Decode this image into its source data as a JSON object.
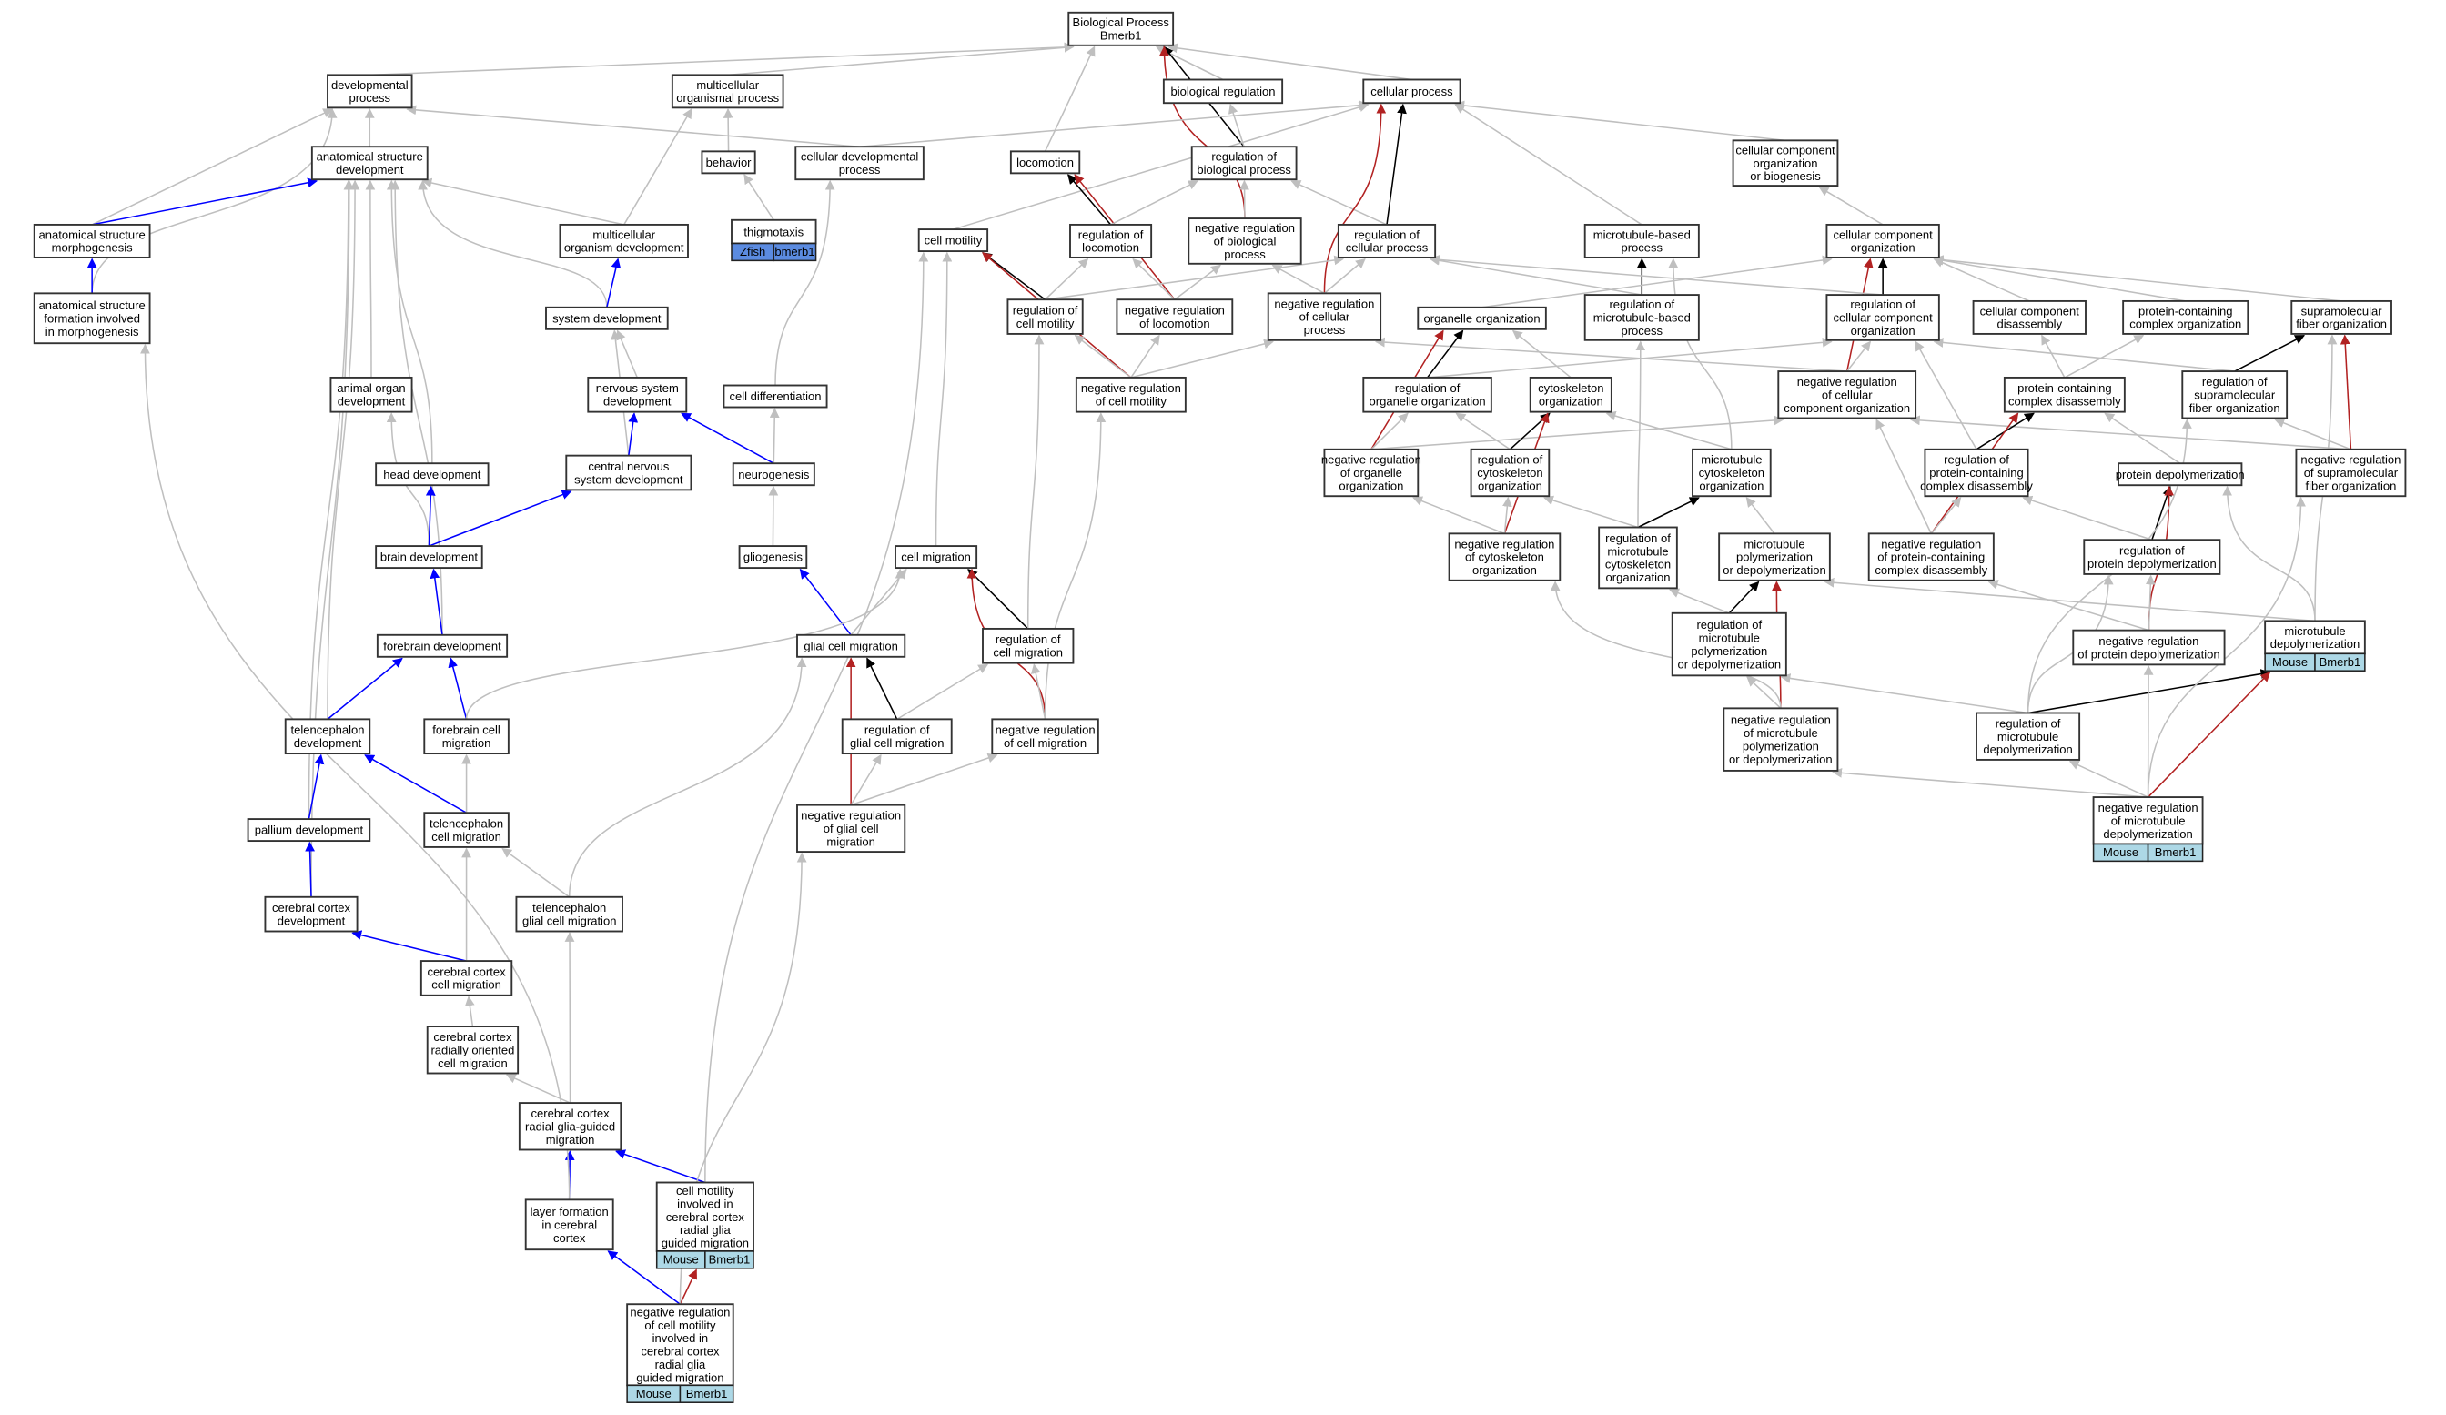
{
  "title": "Biological Process Bmerb1",
  "colors": {
    "is_a": "#bfbfbf",
    "regulates": "#000000",
    "negatively_regulates": "#b22222",
    "part_of": "#0000ff",
    "mouse_annotation": "#add8e6",
    "zfish_annotation": "#5b8be0"
  },
  "legend_edge_types": [
    "is_a",
    "regulates",
    "negatively_regulates",
    "part_of"
  ],
  "nodes": {
    "bp": {
      "lines": [
        "Biological Process",
        "Bmerb1"
      ]
    },
    "dev": {
      "lines": [
        "developmental",
        "process"
      ]
    },
    "mop": {
      "lines": [
        "multicellular",
        "organismal process"
      ]
    },
    "bioreg": {
      "lines": [
        "biological regulation"
      ]
    },
    "cellproc": {
      "lines": [
        "cellular process"
      ]
    },
    "ccob": {
      "lines": [
        "cellular component",
        "organization",
        "or biogenesis"
      ]
    },
    "asd": {
      "lines": [
        "anatomical structure",
        "development"
      ]
    },
    "behavior": {
      "lines": [
        "behavior"
      ]
    },
    "celldevproc": {
      "lines": [
        "cellular developmental",
        "process"
      ]
    },
    "locomotion": {
      "lines": [
        "locomotion"
      ]
    },
    "regbio": {
      "lines": [
        "regulation of",
        "biological process"
      ]
    },
    "asm": {
      "lines": [
        "anatomical structure",
        "morphogenesis"
      ]
    },
    "mod": {
      "lines": [
        "multicellular",
        "organism development"
      ]
    },
    "thig": {
      "lines": [
        "thigmotaxis"
      ],
      "annotation": [
        "Zfish",
        "bmerb1"
      ]
    },
    "cellmotility": {
      "lines": [
        "cell motility"
      ]
    },
    "regloc": {
      "lines": [
        "regulation of",
        "locomotion"
      ]
    },
    "negregbio": {
      "lines": [
        "negative regulation",
        "of biological",
        "process"
      ]
    },
    "regcell": {
      "lines": [
        "regulation of",
        "cellular process"
      ]
    },
    "mtbp": {
      "lines": [
        "microtubule-based",
        "process"
      ]
    },
    "cco": {
      "lines": [
        "cellular component",
        "organization"
      ]
    },
    "asfm": {
      "lines": [
        "anatomical structure",
        "formation involved",
        "in morphogenesis"
      ]
    },
    "sysdev": {
      "lines": [
        "system development"
      ]
    },
    "regcellmot": {
      "lines": [
        "regulation of",
        "cell motility"
      ]
    },
    "negregloc": {
      "lines": [
        "negative regulation",
        "of locomotion"
      ]
    },
    "negregcell": {
      "lines": [
        "negative regulation",
        "of cellular",
        "process"
      ]
    },
    "orgorg": {
      "lines": [
        "organelle organization"
      ]
    },
    "regmtbp": {
      "lines": [
        "regulation of",
        "microtubule-based",
        "process"
      ]
    },
    "regcco": {
      "lines": [
        "regulation of",
        "cellular component",
        "organization"
      ]
    },
    "ccdis": {
      "lines": [
        "cellular component",
        "disassembly"
      ]
    },
    "pcco": {
      "lines": [
        "protein-containing",
        "complex organization"
      ]
    },
    "supfib": {
      "lines": [
        "supramolecular",
        "fiber organization"
      ]
    },
    "aod": {
      "lines": [
        "animal organ",
        "development"
      ]
    },
    "nsd": {
      "lines": [
        "nervous system",
        "development"
      ]
    },
    "celldiff": {
      "lines": [
        "cell differentiation"
      ]
    },
    "negregcellmot": {
      "lines": [
        "negative regulation",
        "of cell motility"
      ]
    },
    "negregcco": {
      "lines": [
        "negative regulation",
        "of cellular",
        "component organization"
      ]
    },
    "regorg": {
      "lines": [
        "regulation of",
        "organelle organization"
      ]
    },
    "cytoorg": {
      "lines": [
        "cytoskeleton",
        "organization"
      ]
    },
    "pcdis": {
      "lines": [
        "protein-containing",
        "complex disassembly"
      ]
    },
    "regsupfib": {
      "lines": [
        "regulation of",
        "supramolecular",
        "fiber organization"
      ]
    },
    "headdev": {
      "lines": [
        "head development"
      ]
    },
    "cnsd": {
      "lines": [
        "central nervous",
        "system development"
      ]
    },
    "neurog": {
      "lines": [
        "neurogenesis"
      ]
    },
    "negregorg": {
      "lines": [
        "negative regulation",
        "of organelle",
        "organization"
      ]
    },
    "regcyto": {
      "lines": [
        "regulation of",
        "cytoskeleton",
        "organization"
      ]
    },
    "mtcyto": {
      "lines": [
        "microtubule",
        "cytoskeleton",
        "organization"
      ]
    },
    "regpcdis": {
      "lines": [
        "regulation of",
        "protein-containing",
        "complex disassembly"
      ]
    },
    "protdepol": {
      "lines": [
        "protein depolymerization"
      ]
    },
    "negregsupfib": {
      "lines": [
        "negative regulation",
        "of supramolecular",
        "fiber organization"
      ]
    },
    "braindev": {
      "lines": [
        "brain development"
      ]
    },
    "gliog": {
      "lines": [
        "gliogenesis"
      ]
    },
    "cellmig": {
      "lines": [
        "cell migration"
      ]
    },
    "negregcyto": {
      "lines": [
        "negative regulation",
        "of cytoskeleton",
        "organization"
      ]
    },
    "regmtcyto": {
      "lines": [
        "regulation of",
        "microtubule",
        "cytoskeleton",
        "organization"
      ]
    },
    "mtpoly": {
      "lines": [
        "microtubule",
        "polymerization",
        "or depolymerization"
      ]
    },
    "negregpcdis": {
      "lines": [
        "negative regulation",
        "of protein-containing",
        "complex disassembly"
      ]
    },
    "regprotdepol": {
      "lines": [
        "regulation of",
        "protein depolymerization"
      ]
    },
    "forebraindev": {
      "lines": [
        "forebrain development"
      ]
    },
    "gcm": {
      "lines": [
        "glial cell migration"
      ]
    },
    "regcellmig": {
      "lines": [
        "regulation of",
        "cell migration"
      ]
    },
    "mtdepol": {
      "lines": [
        "microtubule",
        "depolymerization"
      ],
      "annotation": [
        "Mouse",
        "Bmerb1"
      ]
    },
    "negregprotdepol": {
      "lines": [
        "negative regulation",
        "of protein depolymerization"
      ]
    },
    "teldev": {
      "lines": [
        "telencephalon",
        "development"
      ]
    },
    "forebraincellmig": {
      "lines": [
        "forebrain cell",
        "migration"
      ]
    },
    "regglial": {
      "lines": [
        "regulation of",
        "glial cell migration"
      ]
    },
    "negregcellmig": {
      "lines": [
        "negative regulation",
        "of cell migration"
      ]
    },
    "regmtpoly": {
      "lines": [
        "regulation of",
        "microtubule",
        "polymerization",
        "or depolymerization"
      ]
    },
    "negregmtpoly": {
      "lines": [
        "negative regulation",
        "of microtubule",
        "polymerization",
        "or depolymerization"
      ]
    },
    "regmtdepol": {
      "lines": [
        "regulation of",
        "microtubule",
        "depolymerization"
      ]
    },
    "palldev": {
      "lines": [
        "pallium development"
      ]
    },
    "telcellmig": {
      "lines": [
        "telencephalon",
        "cell migration"
      ]
    },
    "negregglial": {
      "lines": [
        "negative regulation",
        "of glial cell",
        "migration"
      ]
    },
    "negregmtdepol": {
      "lines": [
        "negative regulation",
        "of microtubule",
        "depolymerization"
      ],
      "annotation": [
        "Mouse",
        "Bmerb1"
      ]
    },
    "ccdev": {
      "lines": [
        "cerebral cortex",
        "development"
      ]
    },
    "telglial": {
      "lines": [
        "telencephalon",
        "glial cell migration"
      ]
    },
    "cccm": {
      "lines": [
        "cerebral cortex",
        "cell migration"
      ]
    },
    "ccrocm": {
      "lines": [
        "cerebral cortex",
        "radially oriented",
        "cell migration"
      ]
    },
    "ccrgm": {
      "lines": [
        "cerebral cortex",
        "radial glia-guided",
        "migration"
      ]
    },
    "layer": {
      "lines": [
        "layer formation",
        "in cerebral",
        "cortex"
      ]
    },
    "cmcc": {
      "lines": [
        "cell motility",
        "involved in",
        "cerebral cortex",
        "radial glia",
        "guided migration"
      ],
      "annotation": [
        "Mouse",
        "Bmerb1"
      ]
    },
    "negregcmcc": {
      "lines": [
        "negative regulation",
        "of cell motility",
        "involved in",
        "cerebral cortex",
        "radial glia",
        "guided migration"
      ],
      "annotation": [
        "Mouse",
        "Bmerb1"
      ]
    }
  },
  "edges": [
    [
      "dev",
      "bp",
      "is_a"
    ],
    [
      "mop",
      "bp",
      "is_a"
    ],
    [
      "bioreg",
      "bp",
      "is_a"
    ],
    [
      "cellproc",
      "bp",
      "is_a"
    ],
    [
      "locomotion",
      "bp",
      "is_a"
    ],
    [
      "regbio",
      "bp",
      "regulates"
    ],
    [
      "negregbio",
      "bp",
      "negatively_regulates"
    ],
    [
      "regbio",
      "bioreg",
      "is_a"
    ],
    [
      "ccob",
      "cellproc",
      "is_a"
    ],
    [
      "asd",
      "dev",
      "is_a"
    ],
    [
      "asm",
      "dev",
      "is_a"
    ],
    [
      "asfm",
      "dev",
      "is_a"
    ],
    [
      "celldevproc",
      "dev",
      "is_a"
    ],
    [
      "behavior",
      "mop",
      "is_a"
    ],
    [
      "mod",
      "mop",
      "is_a"
    ],
    [
      "thig",
      "behavior",
      "is_a"
    ],
    [
      "celldevproc",
      "cellproc",
      "is_a"
    ],
    [
      "cellmotility",
      "cellproc",
      "is_a"
    ],
    [
      "regloc",
      "locomotion",
      "regulates"
    ],
    [
      "negregloc",
      "locomotion",
      "negatively_regulates"
    ],
    [
      "regloc",
      "regbio",
      "is_a"
    ],
    [
      "negregbio",
      "regbio",
      "is_a"
    ],
    [
      "regcell",
      "regbio",
      "is_a"
    ],
    [
      "regcell",
      "cellproc",
      "regulates"
    ],
    [
      "negregcell",
      "cellproc",
      "negatively_regulates"
    ],
    [
      "mtbp",
      "cellproc",
      "is_a"
    ],
    [
      "cco",
      "ccob",
      "is_a"
    ],
    [
      "asm",
      "asd",
      "part_of"
    ],
    [
      "mod",
      "asd",
      "is_a"
    ],
    [
      "sysdev",
      "asd",
      "is_a"
    ],
    [
      "aod",
      "asd",
      "is_a"
    ],
    [
      "headdev",
      "asd",
      "is_a"
    ],
    [
      "forebraindev",
      "asd",
      "is_a"
    ],
    [
      "teldev",
      "asd",
      "is_a"
    ],
    [
      "palldev",
      "asd",
      "is_a"
    ],
    [
      "ccdev",
      "asd",
      "is_a"
    ],
    [
      "asfm",
      "asm",
      "part_of"
    ],
    [
      "sysdev",
      "mod",
      "part_of"
    ],
    [
      "regcellmot",
      "cellmotility",
      "regulates"
    ],
    [
      "negregcellmot",
      "cellmotility",
      "negatively_regulates"
    ],
    [
      "cellmig",
      "cellmotility",
      "is_a"
    ],
    [
      "cmcc",
      "cellmotility",
      "is_a"
    ],
    [
      "regcellmot",
      "regloc",
      "is_a"
    ],
    [
      "negregloc",
      "regloc",
      "is_a"
    ],
    [
      "negregloc",
      "negregbio",
      "is_a"
    ],
    [
      "negregcell",
      "negregbio",
      "is_a"
    ],
    [
      "negregcell",
      "regcell",
      "is_a"
    ],
    [
      "regcellmot",
      "regcell",
      "is_a"
    ],
    [
      "regmtbp",
      "mtbp",
      "regulates"
    ],
    [
      "regcco",
      "cco",
      "regulates"
    ],
    [
      "negregcco",
      "cco",
      "negatively_regulates"
    ],
    [
      "orgorg",
      "cco",
      "is_a"
    ],
    [
      "ccdis",
      "cco",
      "is_a"
    ],
    [
      "pcco",
      "cco",
      "is_a"
    ],
    [
      "supfib",
      "cco",
      "is_a"
    ],
    [
      "regcco",
      "regcell",
      "is_a"
    ],
    [
      "regmtbp",
      "regcell",
      "is_a"
    ],
    [
      "negregcco",
      "negregcell",
      "is_a"
    ],
    [
      "nsd",
      "sysdev",
      "is_a"
    ],
    [
      "cnsd",
      "sysdev",
      "is_a"
    ],
    [
      "cnsd",
      "nsd",
      "part_of"
    ],
    [
      "neurog",
      "nsd",
      "part_of"
    ],
    [
      "neurog",
      "celldiff",
      "is_a"
    ],
    [
      "celldiff",
      "celldevproc",
      "is_a"
    ],
    [
      "gliog",
      "neurog",
      "is_a"
    ],
    [
      "negregcellmot",
      "regcellmot",
      "is_a"
    ],
    [
      "negregcellmot",
      "negregloc",
      "is_a"
    ],
    [
      "negregcellmot",
      "negregcell",
      "is_a"
    ],
    [
      "regorg",
      "orgorg",
      "regulates"
    ],
    [
      "negregorg",
      "orgorg",
      "negatively_regulates"
    ],
    [
      "cytoorg",
      "orgorg",
      "is_a"
    ],
    [
      "regorg",
      "regcco",
      "is_a"
    ],
    [
      "negregcco",
      "regcco",
      "is_a"
    ],
    [
      "negregorg",
      "negregcco",
      "is_a"
    ],
    [
      "pcdis",
      "ccdis",
      "is_a"
    ],
    [
      "pcdis",
      "pcco",
      "is_a"
    ],
    [
      "regsupfib",
      "supfib",
      "regulates"
    ],
    [
      "negregsupfib",
      "supfib",
      "negatively_regulates"
    ],
    [
      "mtdepol",
      "supfib",
      "is_a"
    ],
    [
      "regsupfib",
      "regcco",
      "is_a"
    ],
    [
      "negregsupfib",
      "negregcco",
      "is_a"
    ],
    [
      "negregsupfib",
      "regsupfib",
      "is_a"
    ],
    [
      "braindev",
      "aod",
      "is_a"
    ],
    [
      "braindev",
      "headdev",
      "part_of"
    ],
    [
      "braindev",
      "cnsd",
      "part_of"
    ],
    [
      "negregorg",
      "regorg",
      "is_a"
    ],
    [
      "regcyto",
      "regorg",
      "is_a"
    ],
    [
      "regcyto",
      "cytoorg",
      "regulates"
    ],
    [
      "negregcyto",
      "cytoorg",
      "negatively_regulates"
    ],
    [
      "mtcyto",
      "cytoorg",
      "is_a"
    ],
    [
      "mtcyto",
      "mtbp",
      "is_a"
    ],
    [
      "regmtcyto",
      "mtcyto",
      "regulates"
    ],
    [
      "mtpoly",
      "mtcyto",
      "is_a"
    ],
    [
      "regpcdis",
      "pcdis",
      "regulates"
    ],
    [
      "negregpcdis",
      "pcdis",
      "negatively_regulates"
    ],
    [
      "regpcdis",
      "regcco",
      "is_a"
    ],
    [
      "negregpcdis",
      "negregcco",
      "is_a"
    ],
    [
      "negregpcdis",
      "regpcdis",
      "is_a"
    ],
    [
      "protdepol",
      "pcdis",
      "is_a"
    ],
    [
      "regprotdepol",
      "protdepol",
      "regulates"
    ],
    [
      "negregprotdepol",
      "protdepol",
      "negatively_regulates"
    ],
    [
      "regprotdepol",
      "regpcdis",
      "is_a"
    ],
    [
      "negregprotdepol",
      "regprotdepol",
      "is_a"
    ],
    [
      "negregprotdepol",
      "negregpcdis",
      "is_a"
    ],
    [
      "mtdepol",
      "protdepol",
      "is_a"
    ],
    [
      "mtdepol",
      "mtpoly",
      "is_a"
    ],
    [
      "forebraindev",
      "braindev",
      "part_of"
    ],
    [
      "gcm",
      "gliog",
      "part_of"
    ],
    [
      "gcm",
      "cellmig",
      "is_a"
    ],
    [
      "regcellmig",
      "cellmig",
      "regulates"
    ],
    [
      "negregcellmig",
      "cellmig",
      "negatively_regulates"
    ],
    [
      "regcellmig",
      "regcellmot",
      "is_a"
    ],
    [
      "negregcellmig",
      "negregcellmot",
      "is_a"
    ],
    [
      "negregcellmig",
      "regcellmig",
      "is_a"
    ],
    [
      "negregcyto",
      "regcyto",
      "is_a"
    ],
    [
      "negregcyto",
      "negregorg",
      "is_a"
    ],
    [
      "regmtcyto",
      "regcyto",
      "is_a"
    ],
    [
      "regmtcyto",
      "regmtbp",
      "is_a"
    ],
    [
      "regmtpoly",
      "mtpoly",
      "regulates"
    ],
    [
      "negregmtpoly",
      "mtpoly",
      "negatively_regulates"
    ],
    [
      "regmtpoly",
      "regmtcyto",
      "is_a"
    ],
    [
      "negregmtpoly",
      "regmtpoly",
      "is_a"
    ],
    [
      "negregmtpoly",
      "negregcyto",
      "is_a"
    ],
    [
      "regmtdepol",
      "mtdepol",
      "regulates"
    ],
    [
      "regmtdepol",
      "regmtpoly",
      "is_a"
    ],
    [
      "regmtdepol",
      "regprotdepol",
      "is_a"
    ],
    [
      "regmtdepol",
      "regsupfib",
      "is_a"
    ],
    [
      "negregmtdepol",
      "mtdepol",
      "negatively_regulates"
    ],
    [
      "negregmtdepol",
      "regmtdepol",
      "is_a"
    ],
    [
      "negregmtdepol",
      "negregmtpoly",
      "is_a"
    ],
    [
      "negregmtdepol",
      "negregprotdepol",
      "is_a"
    ],
    [
      "negregmtdepol",
      "negregsupfib",
      "is_a"
    ],
    [
      "teldev",
      "forebraindev",
      "part_of"
    ],
    [
      "forebraincellmig",
      "forebraindev",
      "part_of"
    ],
    [
      "forebraincellmig",
      "cellmig",
      "is_a"
    ],
    [
      "regglial",
      "gcm",
      "regulates"
    ],
    [
      "negregglial",
      "gcm",
      "negatively_regulates"
    ],
    [
      "regglial",
      "regcellmig",
      "is_a"
    ],
    [
      "negregglial",
      "regglial",
      "is_a"
    ],
    [
      "negregglial",
      "negregcellmig",
      "is_a"
    ],
    [
      "telglial",
      "gcm",
      "is_a"
    ],
    [
      "palldev",
      "teldev",
      "part_of"
    ],
    [
      "telcellmig",
      "teldev",
      "part_of"
    ],
    [
      "telcellmig",
      "forebraincellmig",
      "is_a"
    ],
    [
      "telglial",
      "telcellmig",
      "is_a"
    ],
    [
      "ccdev",
      "palldev",
      "part_of"
    ],
    [
      "cccm",
      "ccdev",
      "part_of"
    ],
    [
      "cccm",
      "telcellmig",
      "is_a"
    ],
    [
      "ccrocm",
      "cccm",
      "is_a"
    ],
    [
      "ccrgm",
      "ccrocm",
      "is_a"
    ],
    [
      "ccrgm",
      "telglial",
      "is_a"
    ],
    [
      "layer",
      "ccrgm",
      "part_of"
    ],
    [
      "layer",
      "asfm",
      "is_a"
    ],
    [
      "cmcc",
      "ccrgm",
      "part_of"
    ],
    [
      "negregcmcc",
      "cmcc",
      "negatively_regulates"
    ],
    [
      "negregcmcc",
      "layer",
      "part_of"
    ],
    [
      "negregcmcc",
      "negregglial",
      "is_a"
    ]
  ]
}
